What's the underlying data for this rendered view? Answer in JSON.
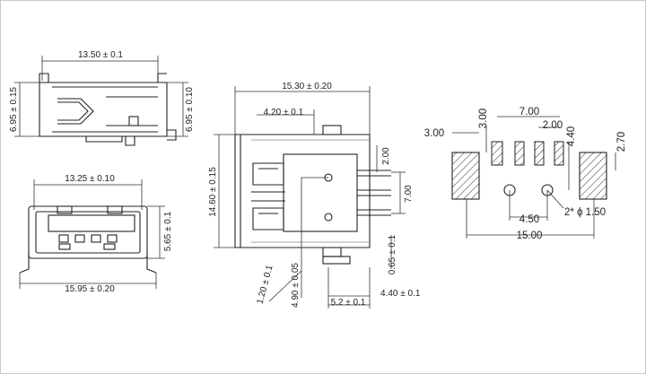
{
  "views": {
    "side": {
      "width": "13.50 ± 0.1",
      "height_left": "6.95 ± 0.15",
      "height_right": "6.95 ± 0.10"
    },
    "front": {
      "inner_width": "13.25 ± 0.10",
      "outer_width": "15.95 ± 0.20",
      "height": "5.65 ± 0.1"
    },
    "top": {
      "length": "15.30 ± 0.20",
      "offset": "4.20 ± 0.1",
      "height": "14.60 ± 0.15",
      "pin_pitch": "2.00",
      "pin_span": "7.00",
      "tail": "0.65 ± 0.1",
      "tab": "1.20 ± 0.1",
      "pin_offset": "4.90 ± 0.05",
      "width_5_2": "5.2 ± 0.1",
      "width_4_40": "4.40 ± 0.1"
    },
    "footprint": {
      "pad_w": "3.00",
      "pad_h": "3.00",
      "pitch_7": "7.00",
      "pitch_2": "2.00",
      "dim_4_40": "4.40",
      "dim_2_70": "2.70",
      "hole_spacing": "4.50",
      "hole_label": "2* ϕ 1.50",
      "total": "15.00"
    }
  }
}
